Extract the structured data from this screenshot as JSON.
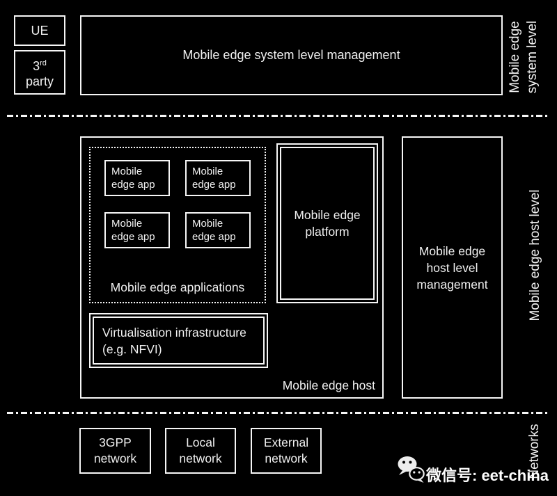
{
  "colors": {
    "background": "#000000",
    "border": "#f6f6f6",
    "text": "#f0f0f0"
  },
  "system_level": {
    "ue_label": "UE",
    "third_party": {
      "base": "3",
      "sup": "rd",
      "line2": "party"
    },
    "management_label": "Mobile edge system level management",
    "side_label": {
      "line1": "Mobile edge",
      "line2": "system level"
    }
  },
  "host_level": {
    "host_label": "Mobile edge host",
    "apps_group_label": "Mobile edge applications",
    "app_box": {
      "line1": "Mobile",
      "line2": "edge app"
    },
    "platform": {
      "line1": "Mobile edge",
      "line2": "platform"
    },
    "virtualisation": {
      "line1": "Virtualisation infrastructure",
      "line2": "(e.g. NFVI)"
    },
    "management": {
      "line1": "Mobile edge",
      "line2": "host level",
      "line3": "management"
    },
    "side_label": "Mobile edge host level"
  },
  "networks": {
    "side_label": "Networks",
    "items": [
      {
        "line1": "3GPP",
        "line2": "network"
      },
      {
        "line1": "Local",
        "line2": "network"
      },
      {
        "line1": "External",
        "line2": "network"
      }
    ]
  },
  "watermark": {
    "icon": "wechat-chat-bubbles",
    "label": "微信号: eet-china"
  }
}
